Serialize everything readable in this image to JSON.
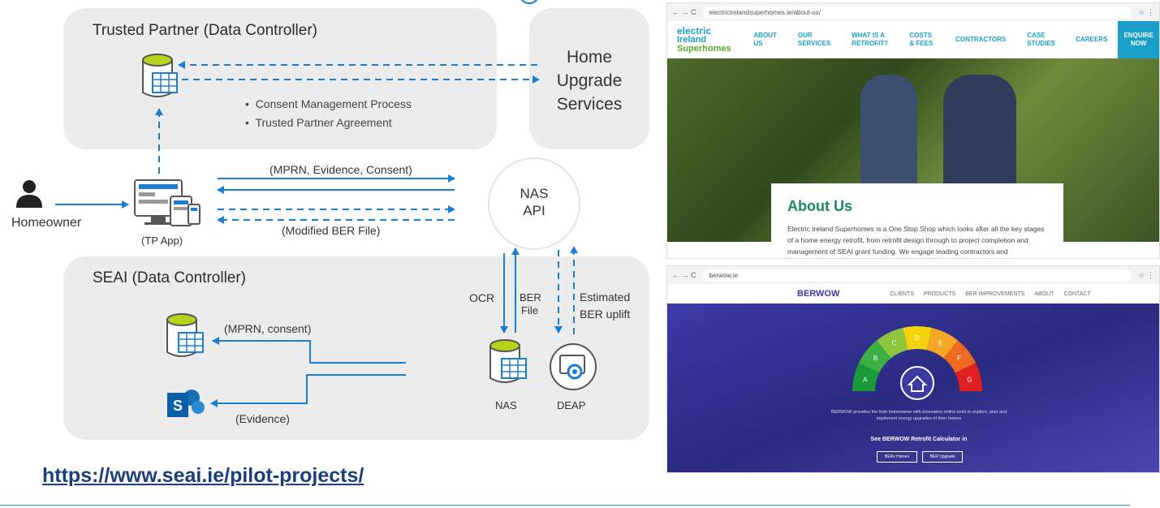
{
  "diagram": {
    "trusted_partner_title": "Trusted Partner (Data Controller)",
    "bullets": [
      "Consent Management Process",
      "Trusted Partner Agreement"
    ],
    "home_upgrade": [
      "Home",
      "Upgrade",
      "Services"
    ],
    "homeowner_label": "Homeowner",
    "tp_app_label": "(TP App)",
    "arrow_top_label": "(MPRN, Evidence, Consent)",
    "arrow_bottom_label": "(Modified BER File)",
    "nas_api": [
      "NAS",
      "API"
    ],
    "seai_title": "SEAI (Data Controller)",
    "mprn_consent_label": "(MPRN, consent)",
    "evidence_label": "(Evidence)",
    "ocr_label": "OCR",
    "ber_file_label": [
      "BER",
      "File"
    ],
    "estimated_label": [
      "Estimated",
      "BER uplift"
    ],
    "nas_label": "NAS",
    "deap_label": "DEAP",
    "sharepoint_letter": "S",
    "link": "https://www.seai.ie/pilot-projects/",
    "colors": {
      "accent": "#1a7fd4",
      "panel": "#ececec",
      "link": "#1a3f7a",
      "db_top": "#b8d11a"
    }
  },
  "shot1": {
    "url": "electricirelandsuperhomes.ie/about-us/",
    "logo": [
      "electric",
      "Ireland",
      "Superhomes"
    ],
    "nav": [
      "ABOUT US",
      "OUR SERVICES",
      "WHAT IS A RETROFIT?",
      "COSTS & FEES",
      "CONTRACTORS",
      "CASE STUDIES",
      "CAREERS"
    ],
    "enquire": "ENQUIRE NOW",
    "about_title": "About Us",
    "about_text": "Electric Ireland Superhomes is a One Stop Shop which looks after all the key stages of a home energy retrofit, from retrofit design through to project completion and management of SEAI grant funding. We engage leading contractors and experienced"
  },
  "shot2": {
    "url": "berwow.ie",
    "brand": "BERWOW",
    "nav": [
      "CLIENTS",
      "PRODUCTS",
      "BER IMPROVEMENTS",
      "ABOUT",
      "CONTACT"
    ],
    "ratings": [
      "A",
      "B",
      "C",
      "D",
      "E",
      "F",
      "G"
    ],
    "tagline": "BERWOW provides the Irish homeowner with innovative online tools to explore, plan and implement energy upgrades of their homes",
    "cta": "See BERWOW Retrofit Calculator in",
    "btn1": "BERx Homes",
    "btn2": "BER Upgrade"
  }
}
